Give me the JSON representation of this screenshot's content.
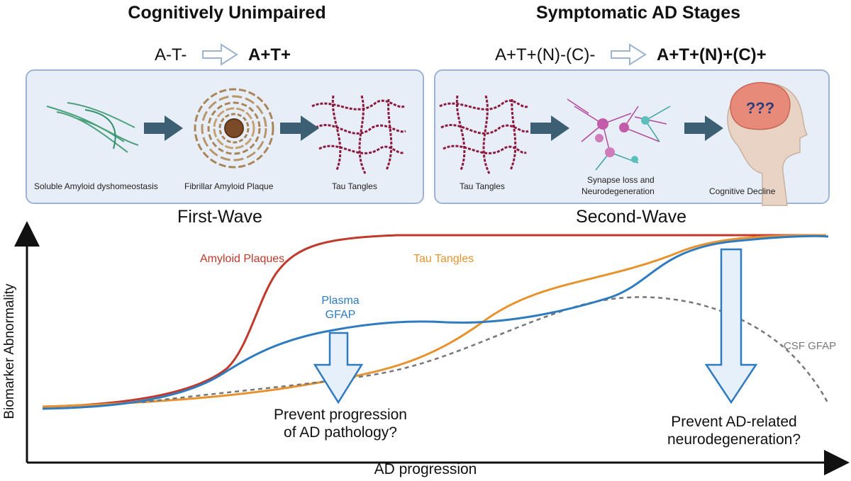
{
  "headings": {
    "left": "Cognitively Unimpaired",
    "right": "Symptomatic AD Stages"
  },
  "formulas": {
    "left_from": "A-T-",
    "left_to": "A+T+",
    "right_from": "A+T+(N)-(C)-",
    "right_to": "A+T+(N)+(C)+"
  },
  "panels": {
    "first": {
      "captions": [
        "Soluble Amyloid dyshomeostasis",
        "Fibrillar Amyloid Plaque",
        "Tau Tangles"
      ],
      "wave_label": "First-Wave"
    },
    "second": {
      "captions": [
        "Tau Tangles",
        "Synapse loss and",
        "Neurodegeneration",
        "Cognitive Decline"
      ],
      "wave_label": "Second-Wave",
      "brain_glyph": "???"
    }
  },
  "plot": {
    "y_axis_label": "Biomarker Abnormality",
    "x_axis_label": "AD progression",
    "curves": {
      "amyloid": {
        "label": "Amyloid Plaques",
        "color": "#c0392b"
      },
      "tau": {
        "label": "Tau Tangles",
        "color": "#e8922e"
      },
      "plasma_gfap": {
        "label_line1": "Plasma",
        "label_line2": "GFAP",
        "color": "#2f7bbf"
      },
      "csf_gfap": {
        "label": "CSF GFAP",
        "color": "#777777"
      }
    },
    "questions": {
      "first": {
        "line1": "Prevent progression",
        "line2": "of AD pathology?"
      },
      "second": {
        "line1": "Prevent AD-related",
        "line2": "neurodegeneration?"
      }
    }
  },
  "colors": {
    "panel_fill": "#e8eef7",
    "panel_border": "#9db3d3",
    "flow_arrow": "#3c5f74",
    "callout_arrow_fill": "#e6f0fb",
    "callout_arrow_stroke": "#2f7bbf",
    "amyloid_fibril": "#a9865a",
    "tau_tangle": "#8b1a3e"
  }
}
